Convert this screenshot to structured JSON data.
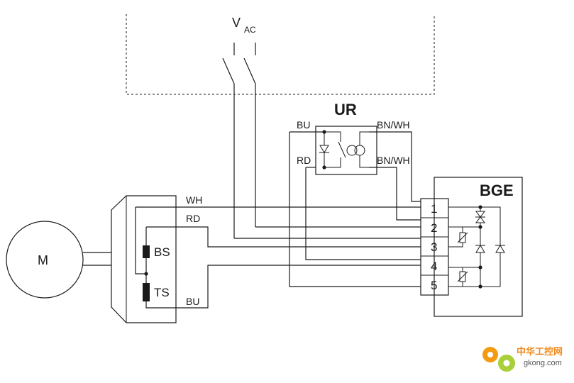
{
  "supply": {
    "symbol": "V",
    "subscript": "AC"
  },
  "motor": {
    "label": "M"
  },
  "coils": {
    "bs": "BS",
    "ts": "TS"
  },
  "motor_wires": {
    "wh": "WH",
    "rd": "RD",
    "bu": "BU"
  },
  "ur": {
    "title": "UR",
    "left_top": "BU",
    "left_bottom": "RD",
    "right_top": "BN/WH",
    "right_bottom": "BN/WH"
  },
  "bge": {
    "title": "BGE",
    "terminals": [
      "1",
      "2",
      "3",
      "4",
      "5"
    ]
  },
  "watermark": {
    "brand": "中华工控网",
    "domain": "gkong.com"
  }
}
